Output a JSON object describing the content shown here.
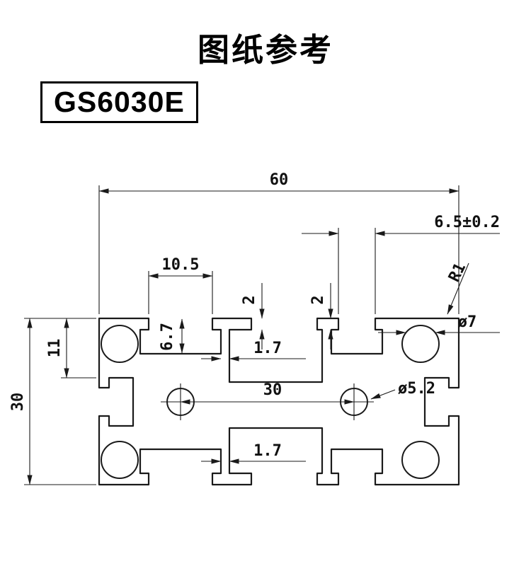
{
  "page": {
    "title": "图纸参考",
    "model": "GS6030E"
  },
  "colors": {
    "line": "#1a1a1a",
    "background": "#ffffff"
  },
  "dimensions": {
    "overall_width": "60",
    "overall_height": "30",
    "slot_spacing": "30",
    "top_slot_width": "10.5",
    "right_slot_width": "6.5±0.2",
    "left_block_height": "11",
    "slot_depth": "6.7",
    "wall_top": "1.7",
    "wall_bottom": "1.7",
    "lip_left": "2",
    "lip_right": "2",
    "corner_radius": "R1",
    "hole_diameter": "ø7",
    "center_hole_diameter": "ø5.2"
  }
}
